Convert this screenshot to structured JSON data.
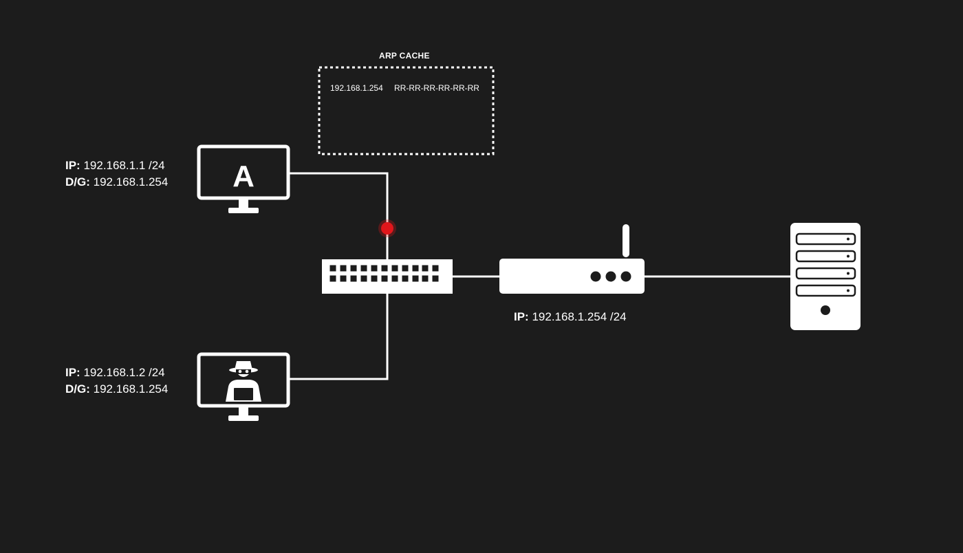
{
  "arp_cache": {
    "title": "ARP CACHE",
    "entries": [
      {
        "ip": "192.168.1.254",
        "mac": "RR-RR-RR-RR-RR-RR"
      }
    ]
  },
  "host_a": {
    "letter": "A",
    "ip_key": "IP:",
    "ip_value": "192.168.1.1 /24",
    "dg_key": "D/G:",
    "dg_value": "192.168.1.254"
  },
  "host_attacker": {
    "ip_key": "IP:",
    "ip_value": "192.168.1.2 /24",
    "dg_key": "D/G:",
    "dg_value": "192.168.1.254"
  },
  "router": {
    "ip_key": "IP:",
    "ip_value": "192.168.1.254 /24"
  },
  "colors": {
    "background": "#1c1c1c",
    "foreground": "#ffffff",
    "packet": "#e0161b"
  },
  "icons": [
    "monitor-icon",
    "hacker-icon",
    "switch-icon",
    "router-icon",
    "server-icon"
  ]
}
